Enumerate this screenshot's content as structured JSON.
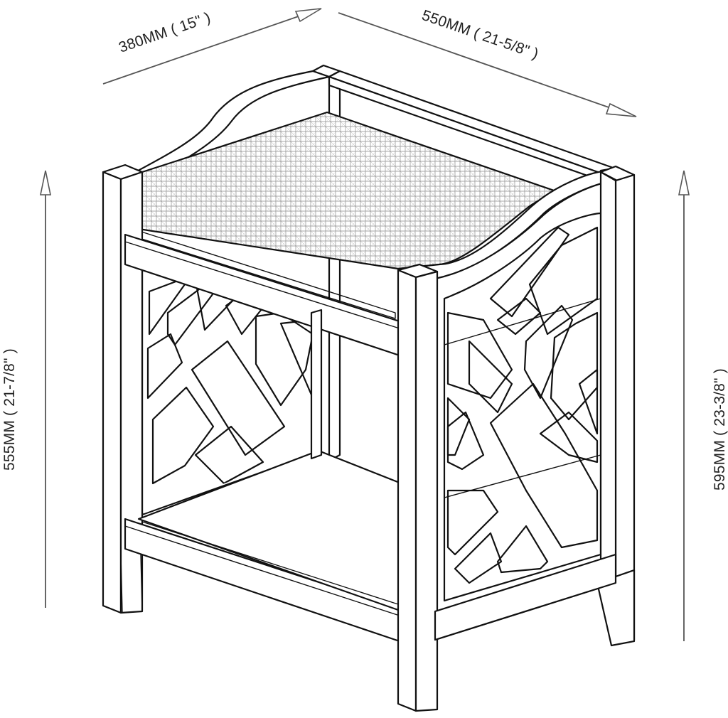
{
  "dimensions": {
    "depth": "380MM ( 15\" )",
    "width": "550MM ( 21-5/8\" )",
    "seat_height": "555MM ( 21-7/8\" )",
    "overall_height": "595MM ( 23-3/8\" )"
  },
  "colors": {
    "line": "#111111",
    "arrow": "#555555",
    "background": "#ffffff",
    "cane": "#9a9a9a"
  }
}
